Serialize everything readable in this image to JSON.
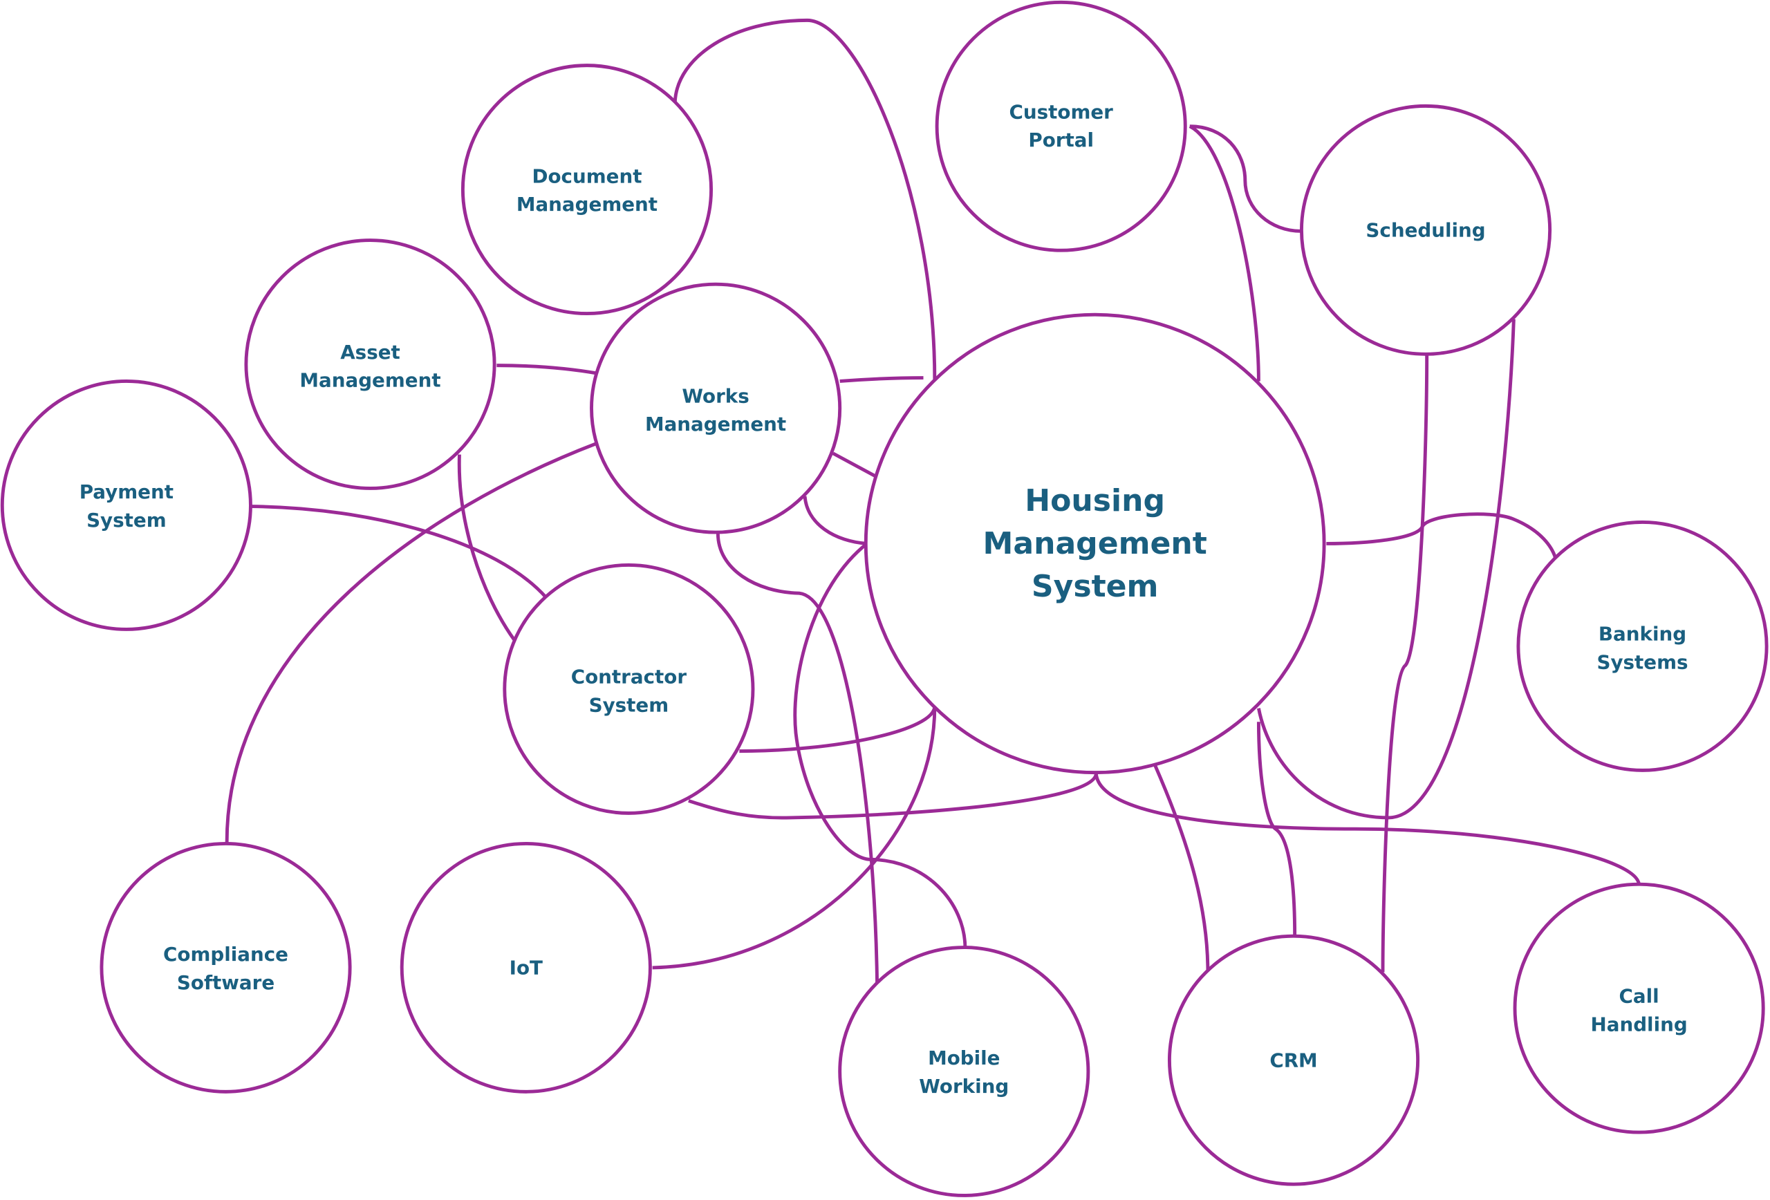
{
  "diagram": {
    "colors": {
      "stroke": "#9b2a96",
      "text": "#1a5f80"
    },
    "nodes": {
      "hms": [
        "Housing",
        "Management",
        "System"
      ],
      "document": [
        "Document",
        "Management"
      ],
      "customer": [
        "Customer",
        "Portal"
      ],
      "scheduling": [
        "Scheduling"
      ],
      "asset": [
        "Asset",
        "Management"
      ],
      "works": [
        "Works",
        "Management"
      ],
      "payment": [
        "Payment",
        "System"
      ],
      "banking": [
        "Banking",
        "Systems"
      ],
      "contractor": [
        "Contractor",
        "System"
      ],
      "compliance": [
        "Compliance",
        "Software"
      ],
      "iot": [
        "IoT"
      ],
      "mobile": [
        "Mobile",
        "Working"
      ],
      "crm": [
        "CRM"
      ],
      "call": [
        "Call",
        "Handling"
      ]
    }
  }
}
